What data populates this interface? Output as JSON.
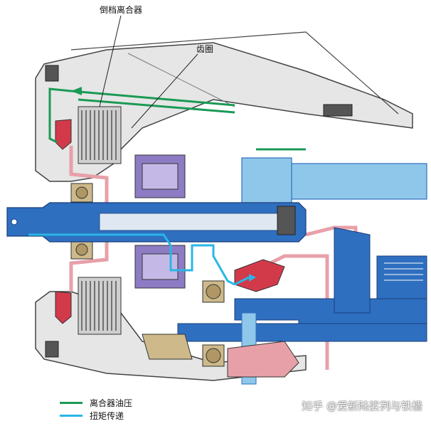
{
  "labels": {
    "reverse_clutch": "倒档离合器",
    "ring_gear": "齿圈"
  },
  "legend": [
    {
      "label": "离合器油压",
      "color": "#1a9a55"
    },
    {
      "label": "扭矩传递",
      "color": "#29b6e6"
    }
  ],
  "watermark": "知乎 @爱新陆娑刿与铁樯",
  "colors": {
    "housing_fill": "#e6e6e6",
    "housing_stroke": "#444444",
    "shaft_blue": "#2f6fc0",
    "light_blue": "#8fc7ea",
    "pink": "#e8a0a8",
    "red": "#d23a4a",
    "purple": "#8d7cc4",
    "tan": "#cdb98a",
    "dark_gray": "#555555",
    "oil_green": "#1a9a55",
    "torque_cyan": "#29b6e6"
  }
}
